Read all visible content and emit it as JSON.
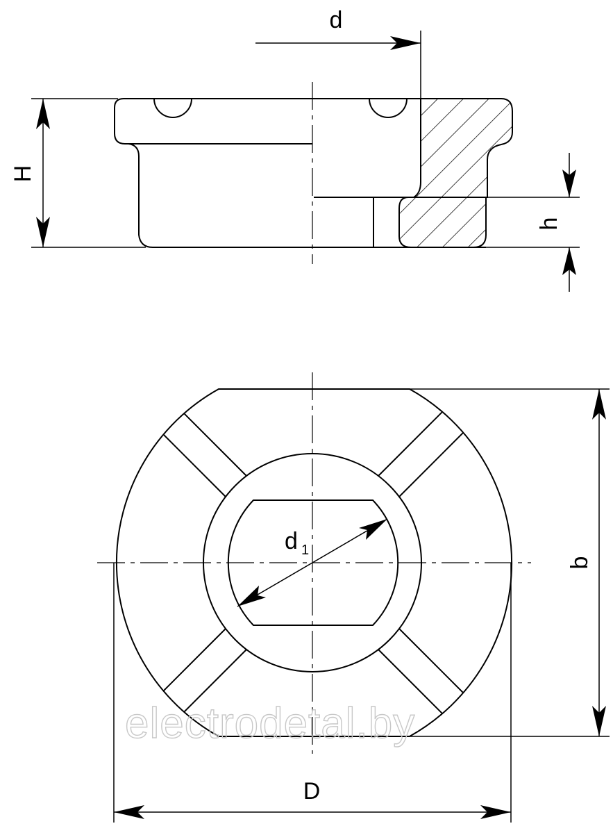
{
  "labels": {
    "d": "d",
    "H": "H",
    "h": "h",
    "d1_main": "d",
    "d1_sub": "1",
    "b": "b",
    "D": "D"
  },
  "watermark": "electrodetal.by"
}
